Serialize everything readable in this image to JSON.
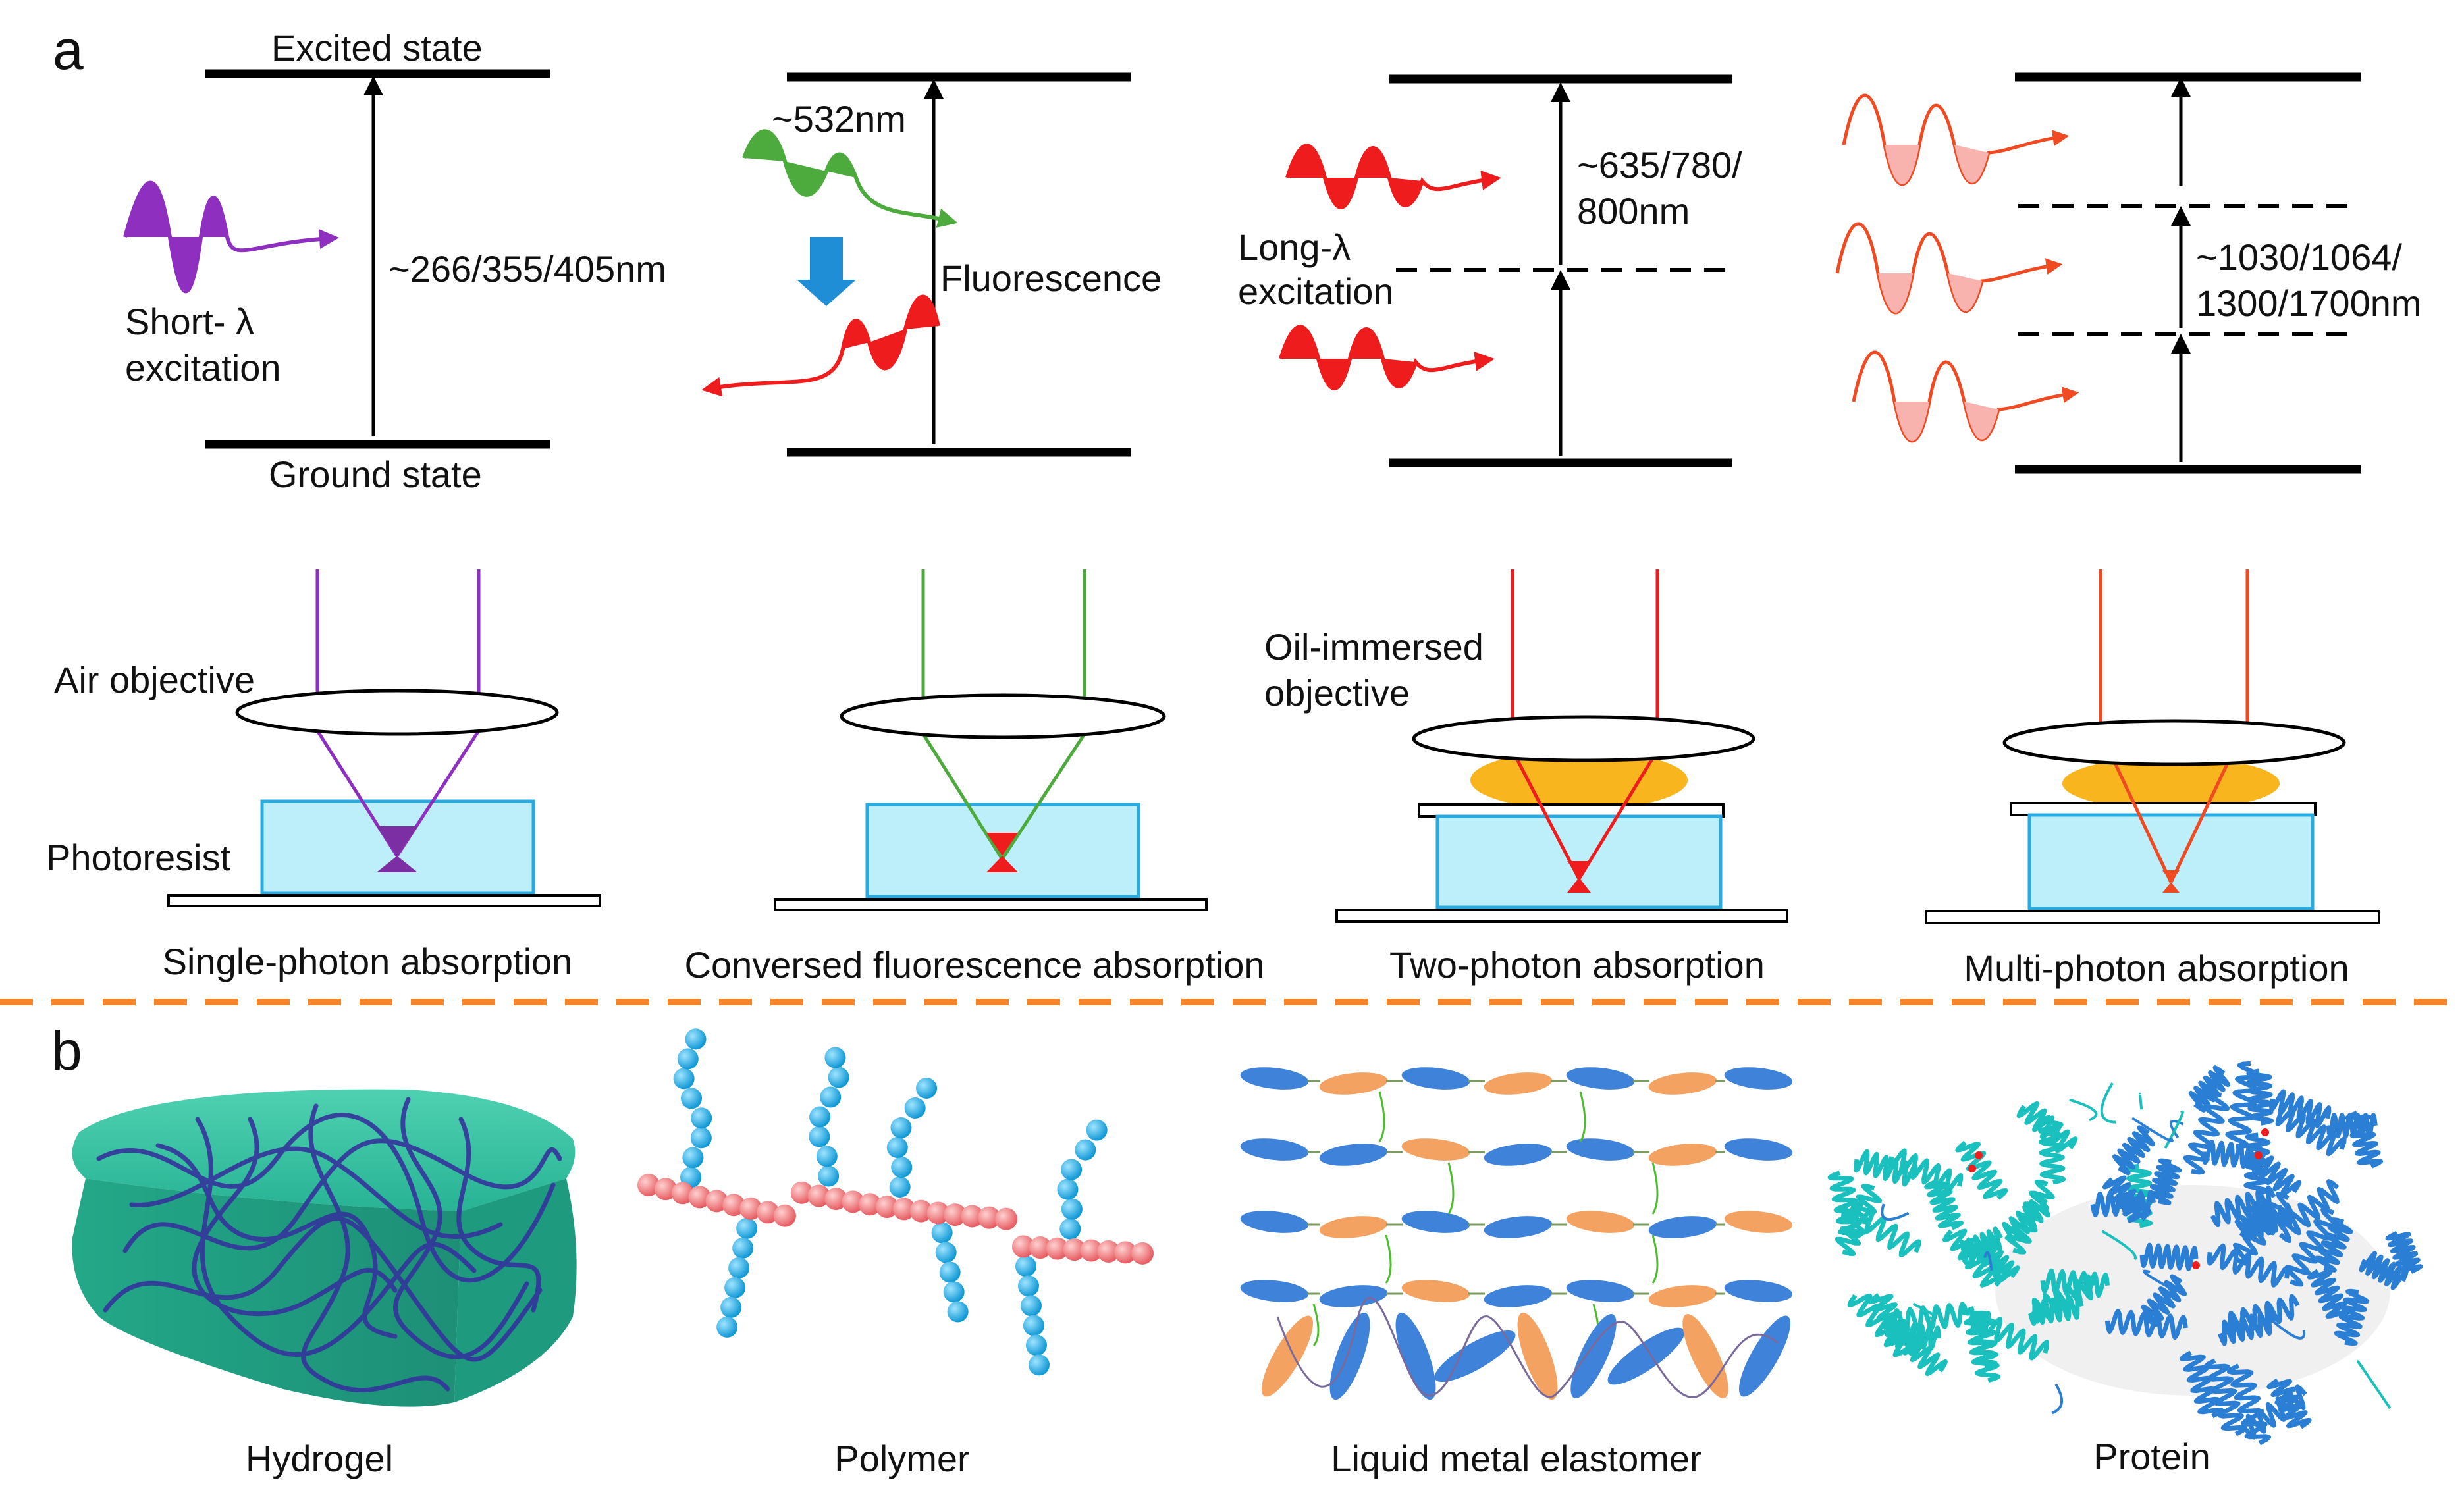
{
  "panel_a": {
    "label": "a",
    "energy": {
      "excited_state": "Excited state",
      "ground_state": "Ground state",
      "d1_wavelength": "~266/355/405nm",
      "d1_excitation": [
        "Short- λ",
        "excitation"
      ],
      "d2_wavelength": "~532nm",
      "d2_emission": "Fluorescence",
      "d3_wavelength": [
        "~635/780/",
        "800nm"
      ],
      "d3_excitation": [
        "Long-λ",
        "excitation"
      ],
      "d4_wavelength": [
        "~1030/1064/",
        "1300/1700nm"
      ]
    },
    "optics": {
      "air_objective": "Air objective",
      "photoresist": "Photoresist",
      "oil_objective": [
        "Oil-immersed",
        "objective"
      ]
    },
    "captions": [
      "Single-photon absorption",
      "Conversed fluorescence absorption",
      "Two-photon absorption",
      "Multi-photon absorption"
    ]
  },
  "panel_b": {
    "label": "b",
    "captions": [
      "Hydrogel",
      "Polymer",
      "Liquid metal elastomer",
      "Protein"
    ]
  },
  "colors": {
    "violet": "#8e2fbf",
    "green": "#4cab3c",
    "red": "#ee1c1c",
    "orange_red": "#f04a22",
    "cyan_fill": "#bdeffb",
    "cyan_edge": "#29abe2",
    "oil": "#f9b51d",
    "divider": "#f5842a",
    "hydrogel": "#29b899",
    "strand": "#34359c",
    "polymer_backbone": "#f07275",
    "polymer_side": "#19a7e0",
    "elastomer_blue": "#3f82d9",
    "elastomer_orange": "#f4a262",
    "protein_teal": "#1ac0bd",
    "protein_blue": "#2a7fd4"
  }
}
